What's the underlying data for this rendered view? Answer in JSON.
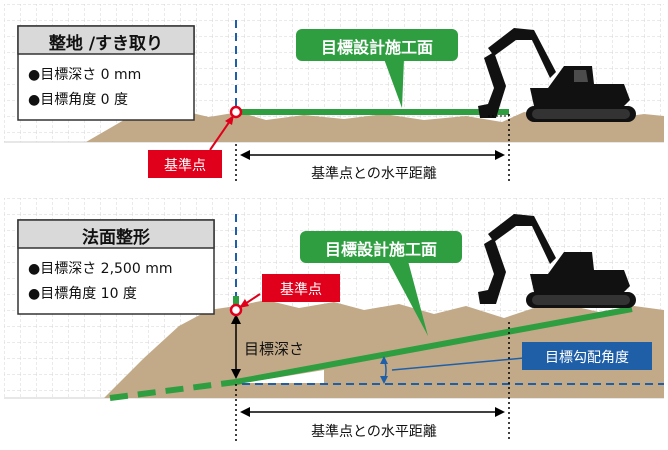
{
  "panel1": {
    "title": "整地 /すき取り",
    "specs": [
      "●目標深さ 0 mm",
      "●目標角度 0 度"
    ],
    "callout": "目標設計施工面",
    "reference_point": "基準点",
    "horizontal_distance": "基準点との水平距離"
  },
  "panel2": {
    "title": "法面整形",
    "specs": [
      "●目標深さ 2,500 mm",
      "●目標角度 10 度"
    ],
    "callout": "目標設計施工面",
    "reference_point": "基準点",
    "target_depth": "目標深さ",
    "slope_angle": "目標勾配角度",
    "horizontal_distance": "基準点との水平距離"
  },
  "colors": {
    "green": "#2e9e40",
    "red": "#e0001b",
    "blue": "#1f5fa8",
    "soil": "#c2aa88",
    "grid": "#d6d6d6",
    "title_bg": "#d9d9d9"
  }
}
